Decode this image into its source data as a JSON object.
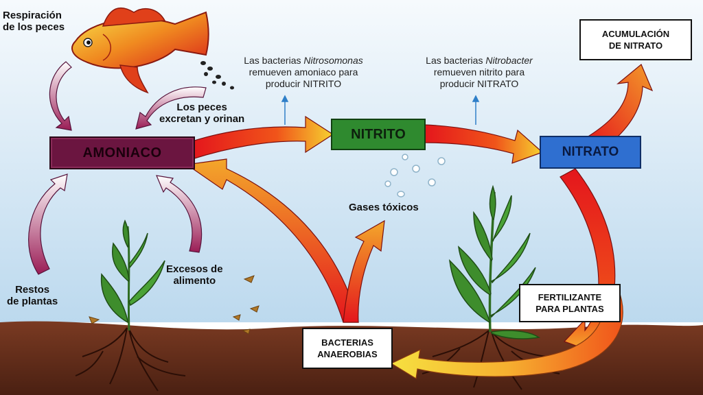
{
  "diagram": {
    "nodes": {
      "amoniaco": "AMONIACO",
      "nitrito": "NITRITO",
      "nitrato": "NITRATO",
      "acumulacion": [
        "ACUMULACIÓN",
        "DE NITRATO"
      ],
      "bacterias_anaerobias": [
        "BACTERIAS",
        "ANAEROBIAS"
      ],
      "fertilizante": [
        "FERTILIZANTE",
        "PARA PLANTAS"
      ]
    },
    "labels": {
      "respiracion": [
        "Respiración",
        "de los peces"
      ],
      "excretan": [
        "Los peces",
        "excretan y orinan"
      ],
      "restos": [
        "Restos",
        "de plantas"
      ],
      "excesos": [
        "Excesos de",
        "alimento"
      ],
      "gases": "Gases tóxicos"
    },
    "notes": {
      "nitrosomonas": {
        "line1_prefix": "Las bacterias ",
        "line1_species": "Nitrosomonas",
        "line2": "remueven amoniaco para",
        "line3": "producir NITRITO"
      },
      "nitrobacter": {
        "line1_prefix": "Las bacterias ",
        "line1_species": "Nitrobacter",
        "line2": "remueven nitrito para",
        "line3": "producir NITRATO"
      }
    },
    "colors": {
      "amoniaco_box": "#6b1540",
      "nitrito_box": "#2f8a2f",
      "nitrato_box": "#2f6fd0",
      "water_top": "#f4f9fc",
      "water_bottom": "#bfdcf0",
      "soil": "#5a2a1a",
      "arrow_red": "#e4161c",
      "arrow_yellow": "#f6d130",
      "plant_green": "#3e8d2c"
    }
  }
}
